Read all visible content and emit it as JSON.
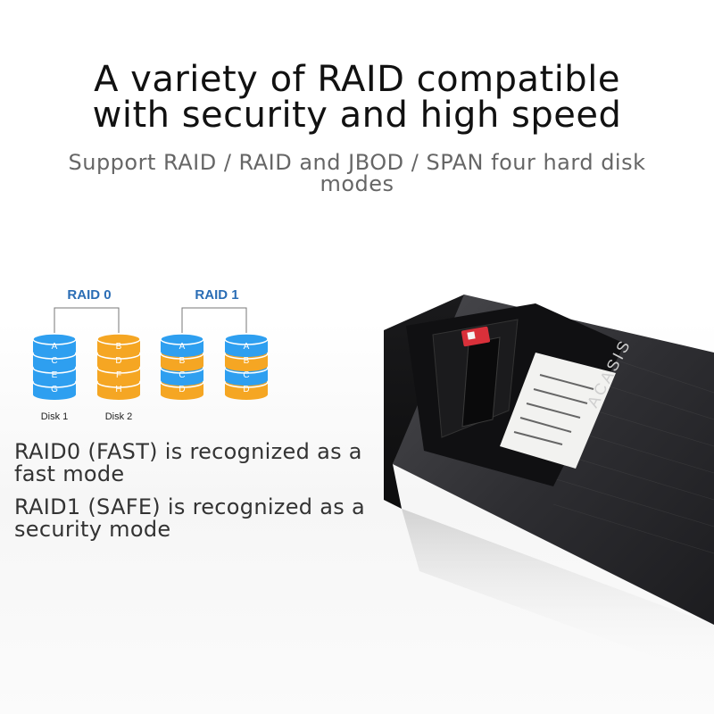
{
  "headline": {
    "line1": "A variety of RAID compatible",
    "line2": "with security and high speed"
  },
  "subheadline": "Support RAID / RAID and JBOD / SPAN four hard disk modes",
  "diagram": {
    "raid0": {
      "title": "RAID 0",
      "disk1": {
        "label": "Disk 1",
        "segments": [
          "A",
          "C",
          "E",
          "G"
        ],
        "color": "#2e9ff0"
      },
      "disk2": {
        "label": "Disk 2",
        "segments": [
          "B",
          "D",
          "F",
          "H"
        ],
        "color": "#f5a623"
      }
    },
    "raid1": {
      "title": "RAID 1",
      "diskA": {
        "segments": [
          "A",
          "B",
          "C",
          "D"
        ]
      },
      "diskB": {
        "segments": [
          "A",
          "B",
          "C",
          "D"
        ]
      }
    }
  },
  "features": [
    "RAID0 (FAST) is recognized as a fast mode",
    "RAID1 (SAFE) is recognized as a security mode"
  ],
  "product": {
    "brand": "ACASIS",
    "enclosure_color": "#2b2b2e",
    "switch_color": "#d9303a"
  }
}
